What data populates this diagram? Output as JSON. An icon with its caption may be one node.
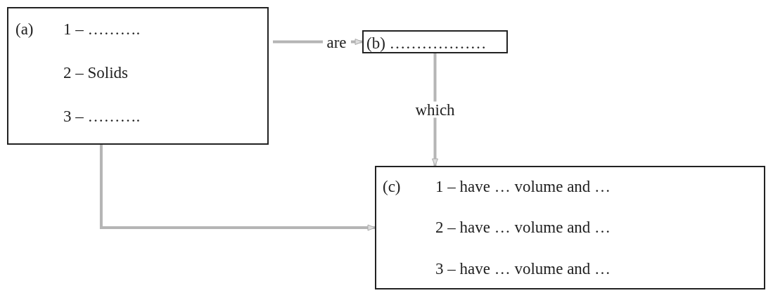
{
  "diagram": {
    "nodes": [
      {
        "text": [
          "(a)",
          "1 – ……….",
          "2 – Solids",
          "3 – ………."
        ]
      },
      {
        "text": [
          "(b) ………………"
        ]
      },
      {
        "text": [
          "(c)",
          "1 – have … volume and …",
          "2 – have … volume and …",
          "3 – have … volume and …"
        ]
      }
    ],
    "edges": [
      {
        "from": 0,
        "to": 1,
        "arrow": "to",
        "label": "are"
      },
      {
        "from": 1,
        "to": 2,
        "arrow": "to",
        "label": "which"
      },
      {
        "from": 0,
        "to": 2,
        "arrow": "to"
      }
    ]
  }
}
